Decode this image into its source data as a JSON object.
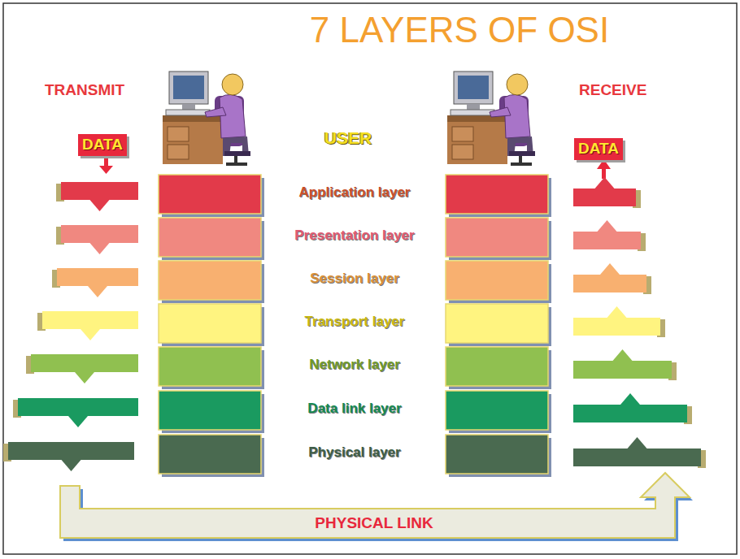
{
  "diagram": {
    "title": "7 LAYERS OF OSI",
    "nodes": [
      {
        "text": [
          "DATA"
        ]
      },
      {
        "text": [
          "DATA"
        ]
      }
    ],
    "labels": [
      "TRANSMIT",
      "RECEIVE",
      "USER",
      "Application layer",
      "Presentation layer",
      "Session layer",
      "Transport layer",
      "Network layer",
      "Data link layer",
      "Physical layer",
      "PHYSICAL LINK"
    ]
  }
}
